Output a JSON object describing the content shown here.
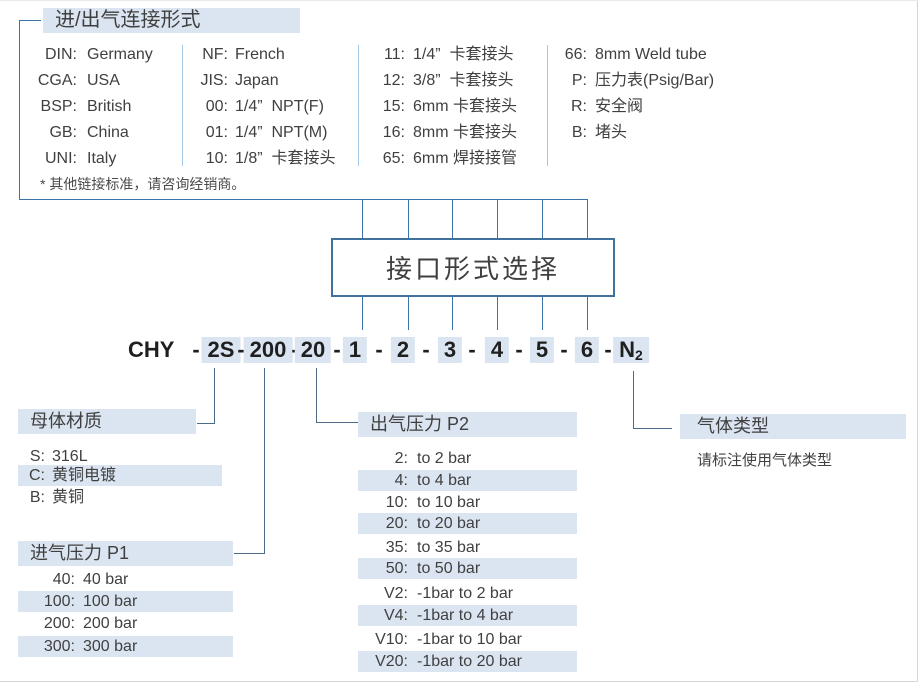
{
  "connection_section": {
    "title": "进/出气连接形式",
    "note": "* 其他链接标准，请咨询经销商。",
    "columns": [
      {
        "items": [
          {
            "code": "DIN:",
            "label": "Germany"
          },
          {
            "code": "CGA:",
            "label": "USA"
          },
          {
            "code": "BSP:",
            "label": "British"
          },
          {
            "code": "GB:",
            "label": "China"
          },
          {
            "code": "UNI:",
            "label": "Italy"
          }
        ]
      },
      {
        "items": [
          {
            "code": "NF:",
            "label": "French"
          },
          {
            "code": "JIS:",
            "label": "Japan"
          },
          {
            "code": "00:",
            "label": "1/4”  NPT(F)"
          },
          {
            "code": "01:",
            "label": "1/4”  NPT(M)"
          },
          {
            "code": "10:",
            "label": "1/8”  卡套接头"
          }
        ]
      },
      {
        "items": [
          {
            "code": "11:",
            "label": "1/4”  卡套接头"
          },
          {
            "code": "12:",
            "label": "3/8”  卡套接头"
          },
          {
            "code": "15:",
            "label": "6mm 卡套接头"
          },
          {
            "code": "16:",
            "label": "8mm 卡套接头"
          },
          {
            "code": "65:",
            "label": "6mm 焊接接管"
          }
        ]
      },
      {
        "items": [
          {
            "code": "66:",
            "label": "8mm Weld tube"
          },
          {
            "code": "P:",
            "label": "压力表(Psig/Bar)"
          },
          {
            "code": "R:",
            "label": "安全阀"
          },
          {
            "code": "B:",
            "label": "堵头"
          }
        ]
      }
    ]
  },
  "interface_box": {
    "label": "接口形式选择"
  },
  "model_code": {
    "prefix": "CHY",
    "separator": "-",
    "segments": [
      "2S",
      "200",
      "20",
      "1",
      "2",
      "3",
      "4",
      "5",
      "6"
    ],
    "gas_segment": {
      "text": "N",
      "sub": "2"
    }
  },
  "material_section": {
    "title": "母体材质",
    "items": [
      {
        "code": "S:",
        "label": "316L"
      },
      {
        "code": "C:",
        "label": "黄铜电镀"
      },
      {
        "code": "B:",
        "label": "黄铜"
      }
    ]
  },
  "inlet_section": {
    "title": "进气压力 P1",
    "items": [
      {
        "code": "40:",
        "label": "40 bar"
      },
      {
        "code": "100:",
        "label": "100 bar"
      },
      {
        "code": "200:",
        "label": "200 bar"
      },
      {
        "code": "300:",
        "label": "300 bar"
      }
    ]
  },
  "outlet_section": {
    "title": "出气压力 P2",
    "items": [
      {
        "code": "2:",
        "label": "to 2 bar"
      },
      {
        "code": "4:",
        "label": "to 4 bar"
      },
      {
        "code": "10:",
        "label": "to 10 bar"
      },
      {
        "code": "20:",
        "label": "to 20 bar"
      },
      {
        "code": "35:",
        "label": "to 35 bar"
      },
      {
        "code": "50:",
        "label": "to 50 bar"
      },
      {
        "code": "V2:",
        "label": "-1bar to 2 bar"
      },
      {
        "code": "V4:",
        "label": "-1bar to 4 bar"
      },
      {
        "code": "V10:",
        "label": "-1bar to 10 bar"
      },
      {
        "code": "V20:",
        "label": "-1bar to 20 bar"
      }
    ]
  },
  "gas_section": {
    "title": "气体类型",
    "note": "请标注使用气体类型"
  },
  "colors": {
    "highlight": "#dbe5f1",
    "structure_line": "#3a74a8",
    "elbow_line": "#4e6b85",
    "box_border": "#41719c",
    "column_separator": "#a6c6e6",
    "text": "#3f3f3f"
  }
}
